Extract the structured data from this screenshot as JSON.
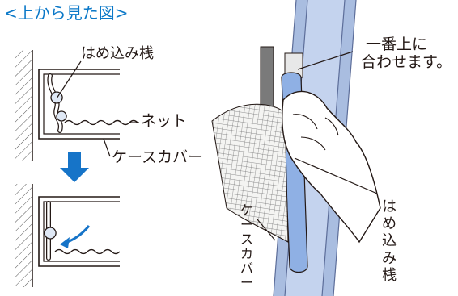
{
  "header": {
    "title": "<上から見た図>"
  },
  "labels": {
    "hame_komi_zan": "はめ込み桟",
    "net": "ネット",
    "case_cover": "ケースカバー",
    "align_top_line1": "一番上に",
    "align_top_line2": "合わせます。",
    "vertical_hame_komi_zan": "はめ込み桟",
    "vertical_case_cover": "ケースカバー"
  },
  "colors": {
    "header": "#0a78c8",
    "arrow": "#1674c8",
    "frame_blue": "#a9bde0",
    "frame_dark": "#7d93c2",
    "line": "#231815"
  }
}
